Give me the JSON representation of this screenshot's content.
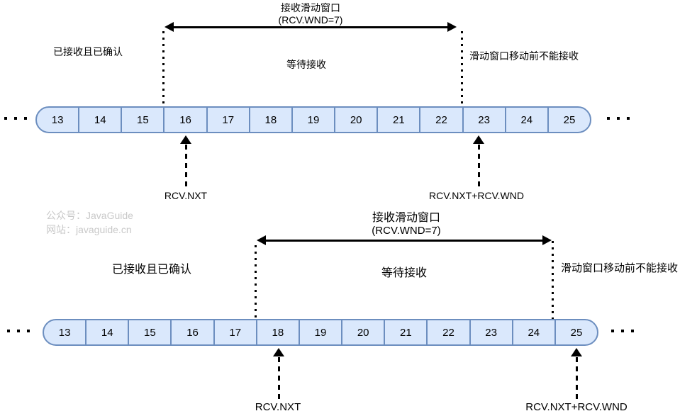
{
  "colors": {
    "cell_fill": "#dae8fc",
    "cell_border": "#6c8ebf",
    "line": "#000000",
    "watermark_text": "#c9c9c9"
  },
  "watermark": {
    "line1": "公众号：JavaGuide",
    "line2": "网站：javaguide.cn"
  },
  "diagrams": [
    {
      "title": "接收滑动窗口",
      "subtitle": "(RCV.WND=7)",
      "zone_left": "已接收且已确认",
      "zone_middle": "等待接收",
      "zone_right": "滑动窗口移动前不能接收",
      "cells": [
        "13",
        "14",
        "15",
        "16",
        "17",
        "18",
        "19",
        "20",
        "21",
        "22",
        "23",
        "24",
        "25"
      ],
      "pointer_left": "RCV.NXT",
      "pointer_right": "RCV.NXT+RCV.WND"
    },
    {
      "title": "接收滑动窗口",
      "subtitle": "(RCV.WND=7)",
      "zone_left": "已接收且已确认",
      "zone_middle": "等待接收",
      "zone_right": "滑动窗口移动前不能接收",
      "cells": [
        "13",
        "14",
        "15",
        "16",
        "17",
        "18",
        "19",
        "20",
        "21",
        "22",
        "23",
        "24",
        "25"
      ],
      "pointer_left": "RCV.NXT",
      "pointer_right": "RCV.NXT+RCV.WND"
    }
  ]
}
